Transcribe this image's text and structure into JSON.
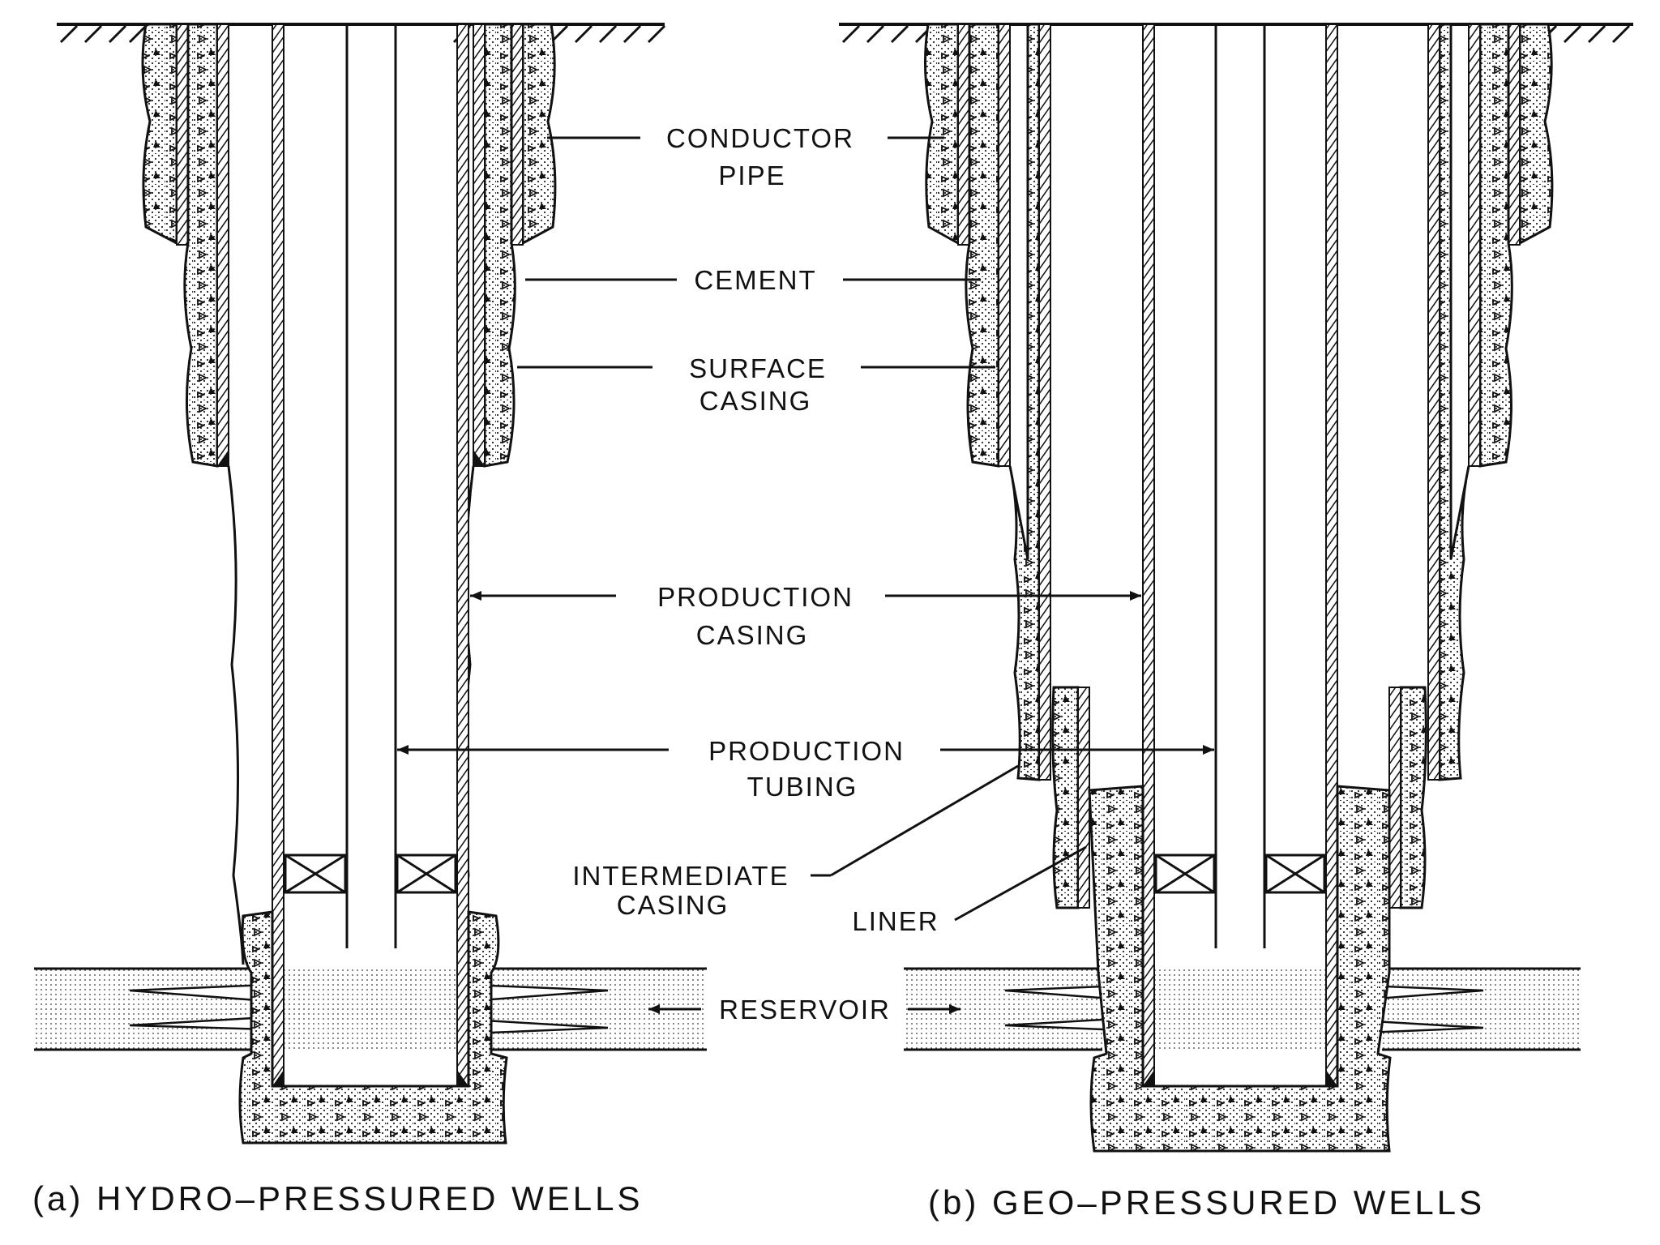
{
  "labels": {
    "conductor_pipe": [
      "CONDUCTOR",
      "PIPE"
    ],
    "cement": "CEMENT",
    "surface_casing": [
      "SURFACE",
      "CASING"
    ],
    "production_casing": [
      "PRODUCTION",
      "CASING"
    ],
    "production_tubing": [
      "PRODUCTION",
      "TUBING"
    ],
    "intermediate_casing": [
      "INTERMEDIATE",
      "CASING"
    ],
    "liner": "LINER",
    "reservoir": "RESERVOIR"
  },
  "captions": {
    "a": "(a)  HYDRO–PRESSURED  WELLS",
    "b": "(b)  GEO–PRESSURED  WELLS"
  },
  "colors": {
    "ink": "#111111",
    "paper": "#ffffff"
  }
}
